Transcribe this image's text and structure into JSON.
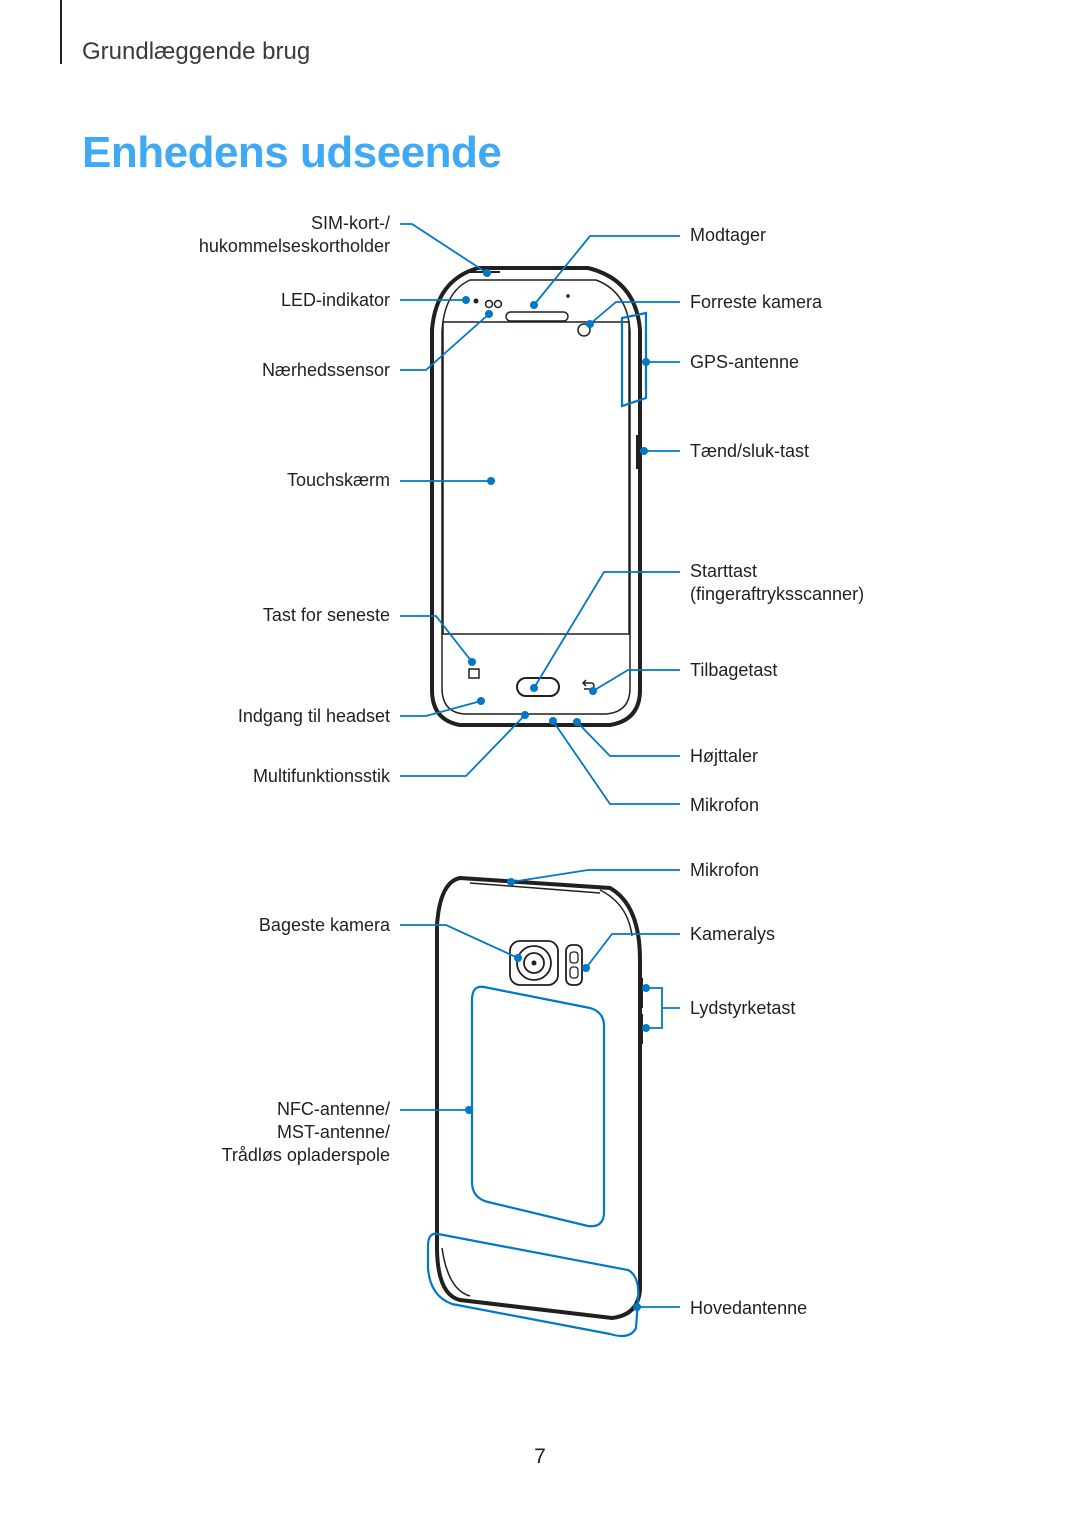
{
  "header": {
    "section": "Grundlæggende brug",
    "title": "Enhedens udseende"
  },
  "front_labels": {
    "sim": [
      "SIM-kort-/",
      "hukommelseskortholder"
    ],
    "led": "LED-indikator",
    "proximity": "Nærhedssensor",
    "touch": "Touchskærm",
    "recent": "Tast for seneste",
    "headset": "Indgang til headset",
    "multipurpose": "Multifunktionsstik",
    "earpiece": "Modtager",
    "front_camera": "Forreste kamera",
    "gps": "GPS-antenne",
    "power": "Tænd/sluk-tast",
    "home": [
      "Starttast",
      "(fingeraftryksscanner)"
    ],
    "back_key": "Tilbagetast",
    "speaker": "Højttaler",
    "mic_bottom": "Mikrofon"
  },
  "back_labels": {
    "mic_top": "Mikrofon",
    "rear_camera": "Bageste kamera",
    "flash": "Kameralys",
    "volume": "Lydstyrketast",
    "nfc": [
      "NFC-antenne/",
      "MST-antenne/",
      "Trådløs opladerspole"
    ],
    "main_antenna": "Hovedantenne"
  },
  "page_number": "7",
  "colors": {
    "accent": "#3fa9f5",
    "callout": "#0078c8",
    "text": "#231f20"
  }
}
